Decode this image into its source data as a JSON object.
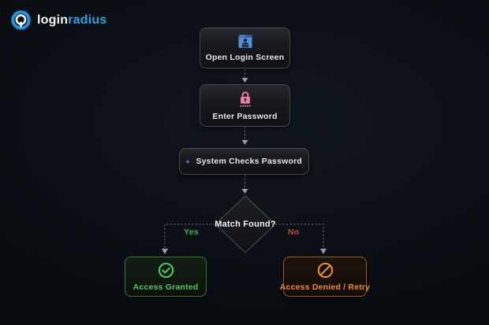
{
  "logo": {
    "name_left": "login",
    "name_right": "radius"
  },
  "flow": {
    "open_login": "Open Login Screen",
    "enter_password": "Enter Password",
    "system_checks": "System Checks Password",
    "decision": "Match Found?",
    "yes": "Yes",
    "no": "No",
    "granted": "Access Granted",
    "denied": "Access Denied / Retry"
  },
  "icons": {
    "logo": "loginradius-ring-icon",
    "open_login": "login-window-icon",
    "enter_password": "password-lock-icon",
    "system_checks": "monitor-shield-icon",
    "granted": "check-circle-icon",
    "denied": "no-entry-icon",
    "connectors": "dashed-arrow-icon"
  },
  "colors": {
    "background": "#0b1016",
    "logo_accent": "#2aa1e0",
    "window_blue": "#4e91d8",
    "lock_pink": "#ee7ba0",
    "monitor_purple": "#7b84f2",
    "success_green": "#3ecf5e",
    "danger_orange": "#ef8c1d",
    "yes_label_green": "#3fae58",
    "no_label_red": "#c2473a",
    "node_border": "#44484e",
    "wire_gray": "#6e747b"
  }
}
